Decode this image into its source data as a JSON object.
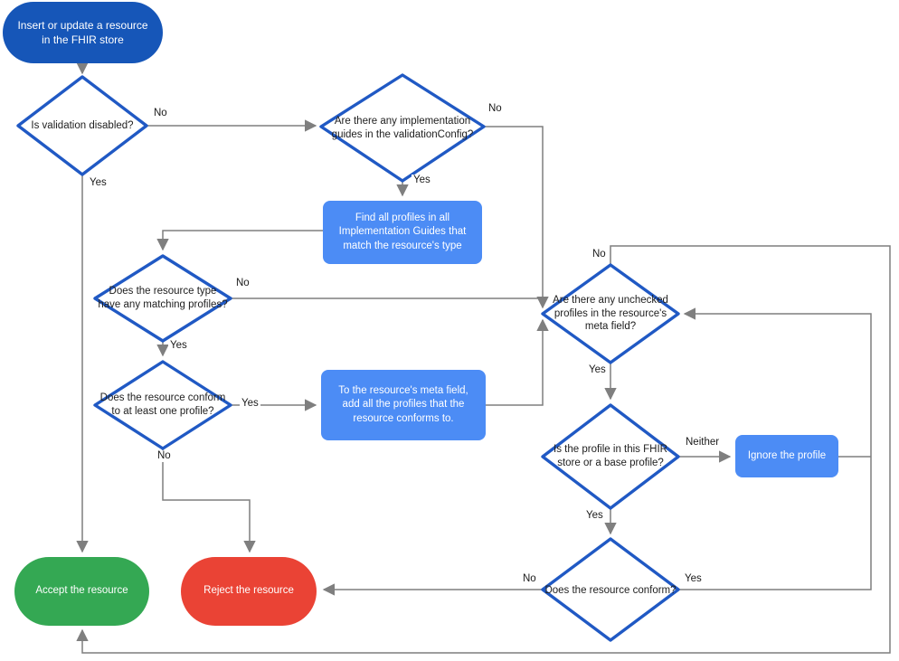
{
  "title": "FHIR store resource validation flowchart",
  "colors": {
    "start_fill": "#1656b8",
    "decision_border": "#2059c4",
    "process_fill": "#4c8cf5",
    "accept_fill": "#34a853",
    "reject_fill": "#ea4335",
    "connector_gray": "#7f7f7f",
    "text_dark": "#212121",
    "text_light": "#ffffff"
  },
  "nodes": {
    "start": {
      "label": "Insert or update a resource in the FHIR store"
    },
    "validation": {
      "label": "Is validation disabled?"
    },
    "guides": {
      "label": "Are there any implementation guides in the validationConfig?"
    },
    "find_profiles": {
      "label": "Find all profiles in all Implementation Guides that match the resource's type"
    },
    "matching": {
      "label": "Does the resource type have any matching profiles?"
    },
    "conform_one": {
      "label": "Does the resource conform to at least one profile?"
    },
    "meta_field": {
      "label": "To the resource's meta field, add all the profiles that the resource conforms to."
    },
    "unchecked": {
      "label": "Are there any unchecked profiles in the resource's meta field?"
    },
    "store_profile": {
      "label": "Is the profile in this FHIR store or a base profile?"
    },
    "ignore": {
      "label": "Ignore the profile"
    },
    "conform": {
      "label": "Does the resource conform?"
    },
    "accept": {
      "label": "Accept the resource"
    },
    "reject": {
      "label": "Reject the resource"
    }
  },
  "edge_labels": {
    "validation_no": "No",
    "validation_yes": "Yes",
    "guides_no": "No",
    "guides_yes": "Yes",
    "matching_no": "No",
    "matching_yes": "Yes",
    "conform_one_yes": "Yes",
    "conform_one_no": "No",
    "unchecked_no": "No",
    "unchecked_yes": "Yes",
    "store_neither": "Neither",
    "store_yes": "Yes",
    "conform_yes": "Yes",
    "conform_no": "No"
  }
}
